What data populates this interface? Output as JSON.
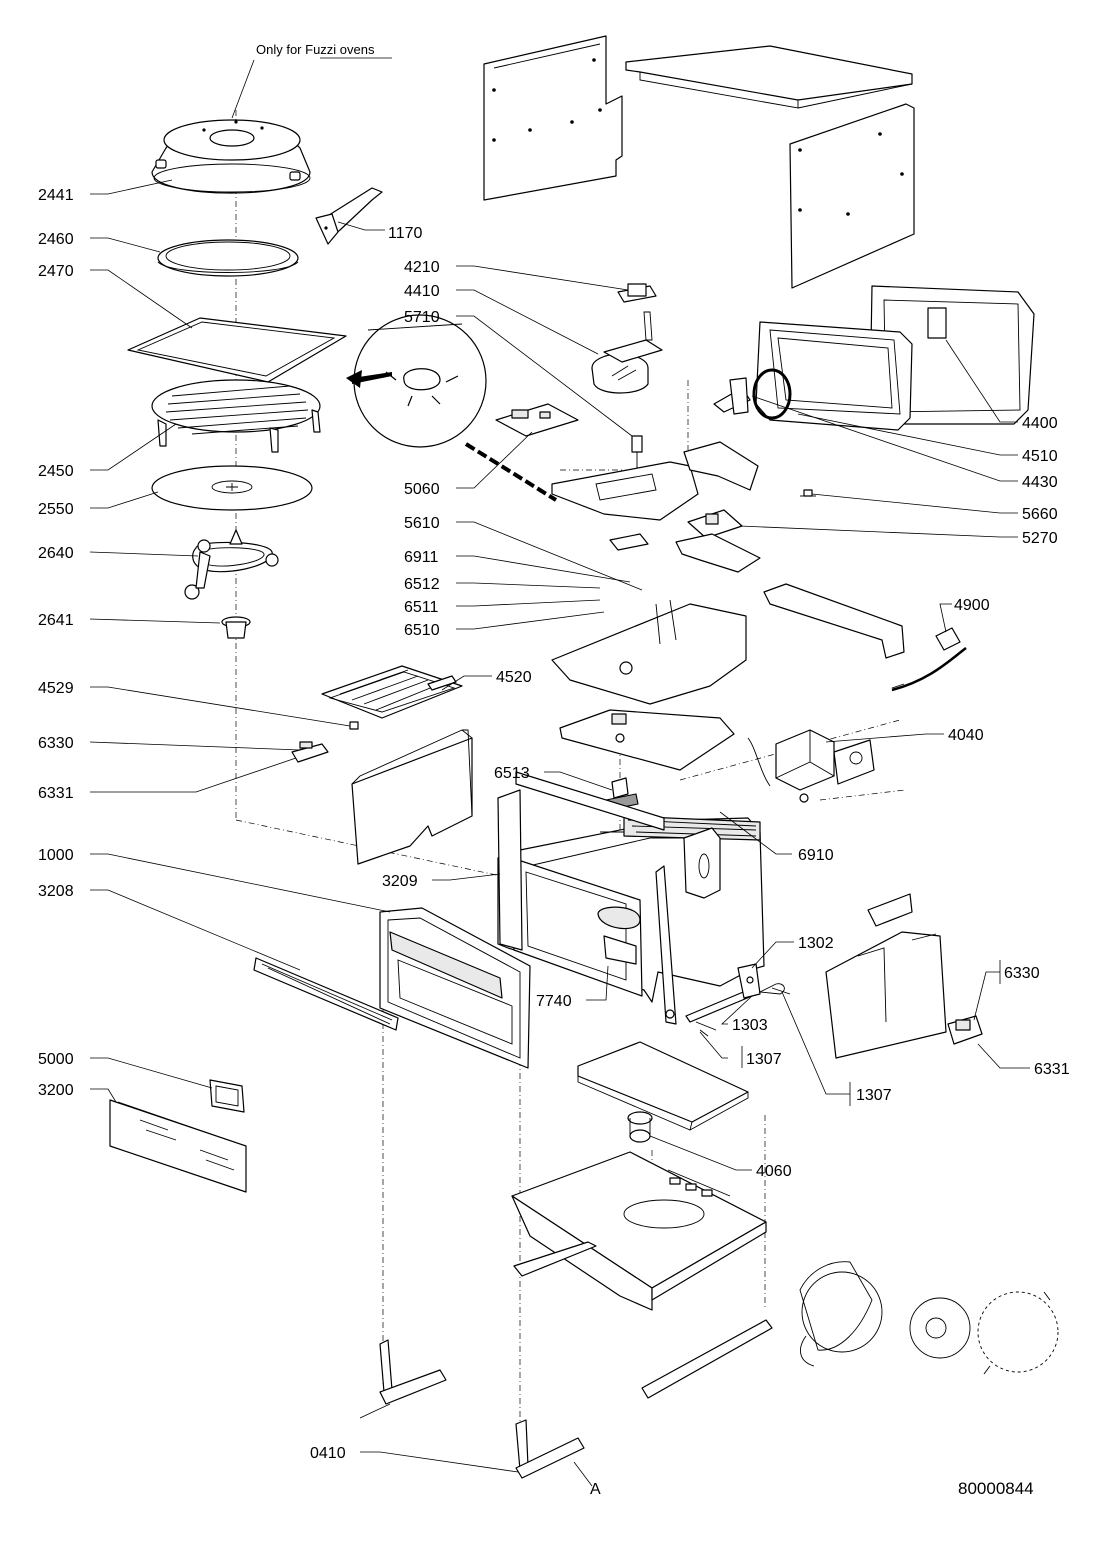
{
  "note": "Only for Fuzzi ovens",
  "document_number": "80000844",
  "section_marker": "A",
  "callouts": {
    "p2441": "2441",
    "p2460": "2460",
    "p1170": "1170",
    "p2470": "2470",
    "p2450": "2450",
    "p2550": "2550",
    "p2640": "2640",
    "p2641": "2641",
    "p4529": "4529",
    "p4520": "4520",
    "p6330_left": "6330",
    "p6331_left": "6331",
    "p1000": "1000",
    "p3208": "3208",
    "p5000": "5000",
    "p3200": "3200",
    "p4210": "4210",
    "p4410": "4410",
    "p5710": "5710",
    "p5060": "5060",
    "p5610": "5610",
    "p6911": "6911",
    "p6512": "6512",
    "p6511": "6511",
    "p6510": "6510",
    "p6513": "6513",
    "p3209": "3209",
    "p7740": "7740",
    "p4400": "4400",
    "p4510": "4510",
    "p4430": "4430",
    "p5660": "5660",
    "p5270": "5270",
    "p4900": "4900",
    "p4040": "4040",
    "p6910": "6910",
    "p1302": "1302",
    "p1303": "1303",
    "p1307_a": "1307",
    "p1307_b": "1307",
    "p6330_right": "6330",
    "p6331_right": "6331",
    "p4060": "4060",
    "p0410": "0410"
  }
}
